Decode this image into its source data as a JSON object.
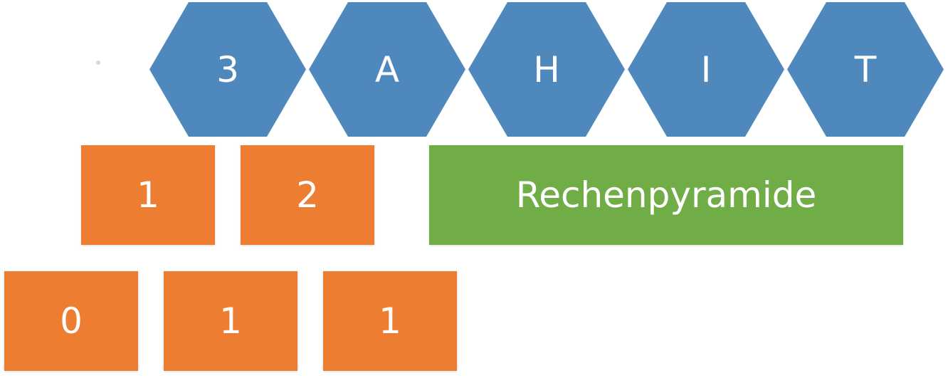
{
  "hexagons": [
    "3",
    "A",
    "H",
    "I",
    "T"
  ],
  "middle_row": [
    "1",
    "2"
  ],
  "bottom_row": [
    "0",
    "1",
    "1"
  ],
  "label": "Rechenpyramide",
  "colors": {
    "hexagon": "#4f88bc",
    "box": "#ed7d31",
    "label_box": "#70ad47",
    "text": "#ffffff"
  }
}
